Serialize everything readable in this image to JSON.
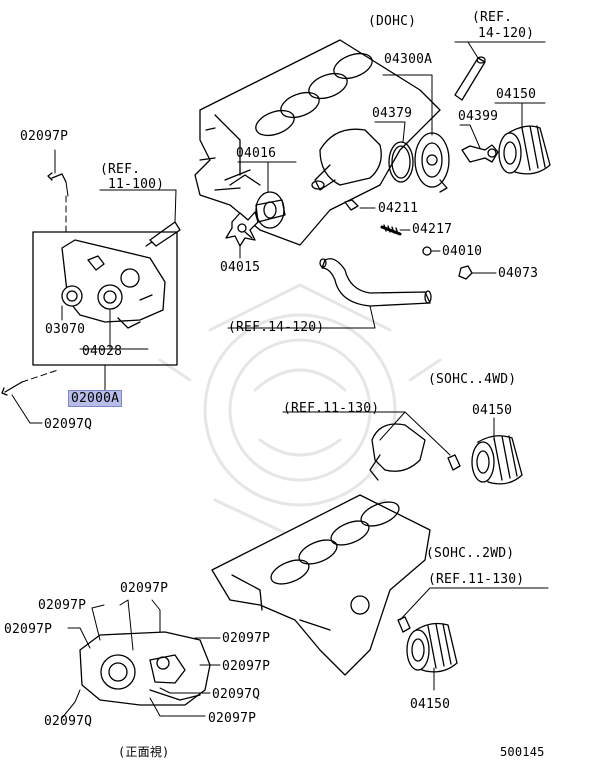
{
  "labels": {
    "dohc": "(DOHC)",
    "ref_14_120_top_a": "(REF.",
    "ref_14_120_top_b": "14-120)",
    "p04300A": "04300A",
    "p04150_top": "04150",
    "p04379": "04379",
    "p04399": "04399",
    "p02097P_top": "02097P",
    "p04016": "04016",
    "ref_11_100_a": "(REF.",
    "ref_11_100_b": "11-100)",
    "p04211": "04211",
    "p04217": "04217",
    "p04010": "04010",
    "p04015": "04015",
    "p04073": "04073",
    "p03070": "03070",
    "ref_14_120_mid": "(REF.14-120)",
    "p04028": "04028",
    "sohc_4wd": "(SOHC..4WD)",
    "p02000A": "02000A",
    "ref_11_130_mid": "(REF.11-130)",
    "p04150_mid": "04150",
    "p02097Q_mid": "02097Q",
    "sohc_2wd": "(SOHC..2WD)",
    "ref_11_130_low": "(REF.11-130)",
    "p02097P_l1": "02097P",
    "p02097P_l2": "02097P",
    "p02097P_l3": "02097P",
    "p02097P_r1": "02097P",
    "p02097P_r2": "02097P",
    "p02097Q_r": "02097Q",
    "p02097P_r3": "02097P",
    "p02097Q_l": "02097Q",
    "p04150_low": "04150",
    "front_view": "(正面視)",
    "diagram_no": "500145"
  },
  "colors": {
    "line": "#000000",
    "highlight": "#b7bde8",
    "watermark": "#e8e8e8"
  }
}
